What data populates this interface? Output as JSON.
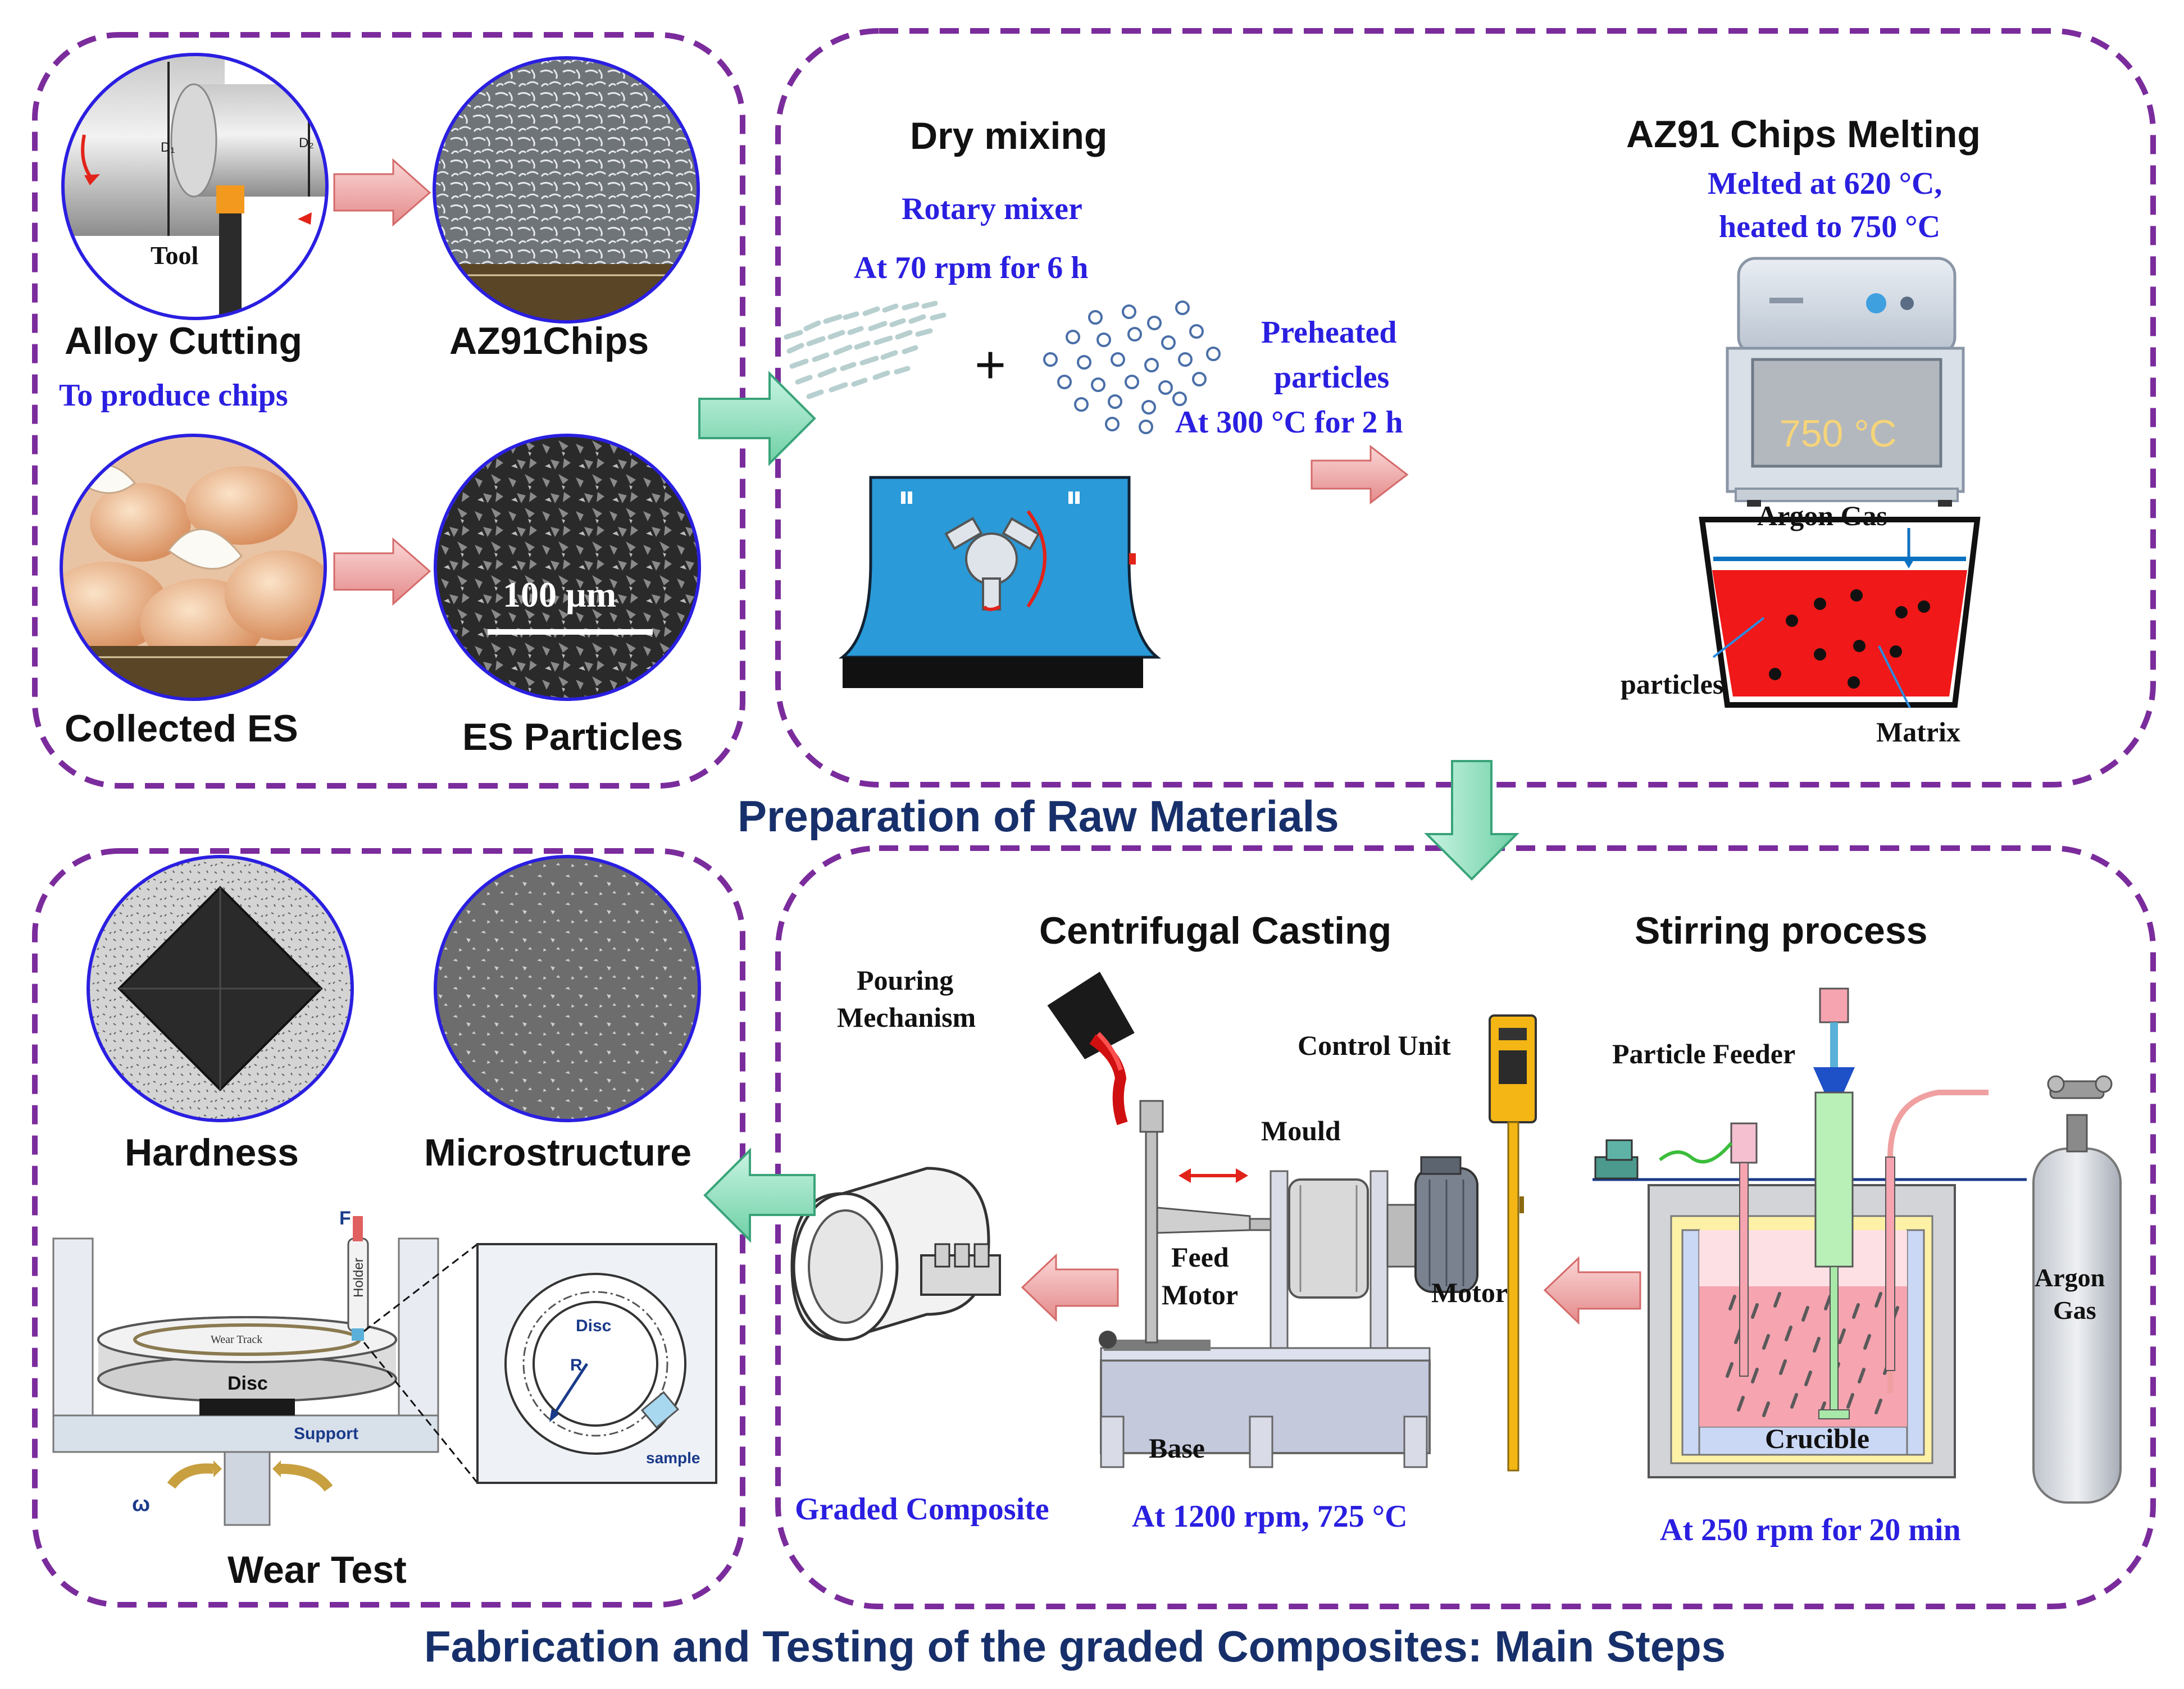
{
  "titles": {
    "section_top": "Preparation of Raw Materials",
    "main": "Fabrication and Testing of the graded Composites: Main Steps"
  },
  "panel_chips": {
    "alloy_cutting": "Alloy Cutting",
    "to_produce": "To produce chips",
    "az91chips": "AZ91Chips",
    "collected_es": "Collected ES",
    "es_particles": "ES Particles",
    "tool": "Tool",
    "scale": "100 µm",
    "d1": "D₁",
    "d2": "D₂"
  },
  "panel_mixing": {
    "dry_mixing": "Dry mixing",
    "rotary_mixer": "Rotary mixer",
    "rpm": "At 70 rpm for 6 h",
    "preheated": "Preheated",
    "particles": "particles",
    "preheat_temp": "At 300 °C for 2 h",
    "melting_title": "AZ91 Chips Melting",
    "melted": "Melted at 620 °C,",
    "heated": "heated to 750 °C",
    "furnace_temp": "750 °C",
    "argon_gas": "Argon Gas",
    "particles_label": "particles",
    "matrix": "Matrix",
    "plus": "+"
  },
  "panel_casting": {
    "centrifugal": "Centrifugal Casting",
    "stirring": "Stirring process",
    "pouring": "Pouring",
    "mechanism": "Mechanism",
    "control_unit": "Control Unit",
    "particle_feeder": "Particle Feeder",
    "mould": "Mould",
    "feed": "Feed",
    "motor_left": "Motor",
    "motor_right": "Motor",
    "base": "Base",
    "graded_composite": "Graded Composite",
    "casting_cond": "At 1200 rpm,  725 °C",
    "argon": "Argon",
    "gas": "Gas",
    "crucible": "Crucible",
    "stir_cond": "At 250 rpm for 20 min"
  },
  "panel_testing": {
    "hardness": "Hardness",
    "microstructure": "Microstructure",
    "wear_test": "Wear Test",
    "f": "F",
    "holder": "Holder",
    "wear_track": "Wear Track",
    "disc": "Disc",
    "support": "Support",
    "omega": "ω",
    "disc2": "Disc",
    "r": "R",
    "sample": "sample"
  },
  "colors": {
    "dash_border": "#7b2c9c",
    "label_blue": "#2a1fe0",
    "title_navy": "#17306b",
    "arrow_green": "#8fe0c0",
    "arrow_pink": "#f0a0a0",
    "melt_red": "#f01818"
  }
}
